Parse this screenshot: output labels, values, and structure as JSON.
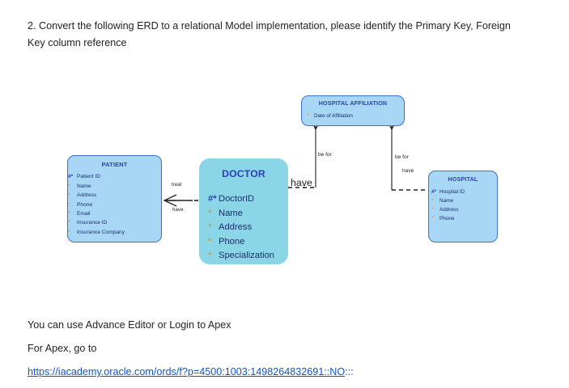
{
  "question": {
    "text": "2. Convert the following ERD to a relational Model implementation, please identify the Primary Key, Foreign Key column reference"
  },
  "diagram": {
    "type": "entity-relationship-diagram",
    "entities": [
      {
        "id": "patient",
        "name": "PATIENT",
        "style": "light-blue",
        "attributes": [
          {
            "marker": "#*",
            "label": "Patient ID",
            "key": "primary"
          },
          {
            "marker": "*",
            "label": "Name",
            "key": "mandatory"
          },
          {
            "marker": "*",
            "label": "Address",
            "key": "mandatory"
          },
          {
            "marker": "*",
            "label": "Phone",
            "key": "mandatory"
          },
          {
            "marker": "*",
            "label": "Email",
            "key": "mandatory"
          },
          {
            "marker": "*",
            "label": "Insurance ID",
            "key": "mandatory"
          },
          {
            "marker": "*",
            "label": "Insurance Company",
            "key": "mandatory"
          }
        ]
      },
      {
        "id": "doctor",
        "name": "DOCTOR",
        "style": "cyan",
        "attributes": [
          {
            "marker": "#*",
            "label": "DoctorID",
            "key": "primary"
          },
          {
            "marker": "*",
            "label": "Name",
            "key": "mandatory"
          },
          {
            "marker": "*",
            "label": "Address",
            "key": "mandatory"
          },
          {
            "marker": "*",
            "label": "Phone",
            "key": "mandatory"
          },
          {
            "marker": "*",
            "label": "Specialization",
            "key": "mandatory"
          }
        ]
      },
      {
        "id": "hospital",
        "name": "HOSPITAL",
        "style": "light-blue",
        "attributes": [
          {
            "marker": "#*",
            "label": "Hospital ID",
            "key": "primary"
          },
          {
            "marker": "*",
            "label": "Name",
            "key": "mandatory"
          },
          {
            "marker": "*",
            "label": "Address",
            "key": "mandatory"
          },
          {
            "marker": "*",
            "label": "Phone",
            "key": "mandatory"
          }
        ]
      },
      {
        "id": "affiliation",
        "name": "HOSPITAL AFFILIATION",
        "style": "light-blue",
        "attributes": [
          {
            "marker": "*",
            "label": "Date of Affiliation",
            "key": "mandatory"
          }
        ]
      }
    ],
    "relationship_labels": {
      "treat": "treat",
      "have_patient_doctor": "have",
      "have_doctor_affiliation": "have",
      "be_for_left": "be for",
      "be_for_right": "be for",
      "have_hospital": "have"
    },
    "colors": {
      "light_fill": "#a8d6f5",
      "light_border": "#3f6fd0",
      "cyan_fill": "#8bd6e6",
      "title_text": "#2b3eb5",
      "attribute_text": "#1b2f6b",
      "optional_marker": "#d98c2b",
      "line": "#231f20"
    }
  },
  "footer": {
    "advance_editor": "You can use Advance Editor or Login to Apex",
    "for_apex": "For Apex, go to",
    "url": "https://iacademy.oracle.com/ords/f?p=4500:1003:1498264832691::NO",
    "url_tail": ":::"
  }
}
